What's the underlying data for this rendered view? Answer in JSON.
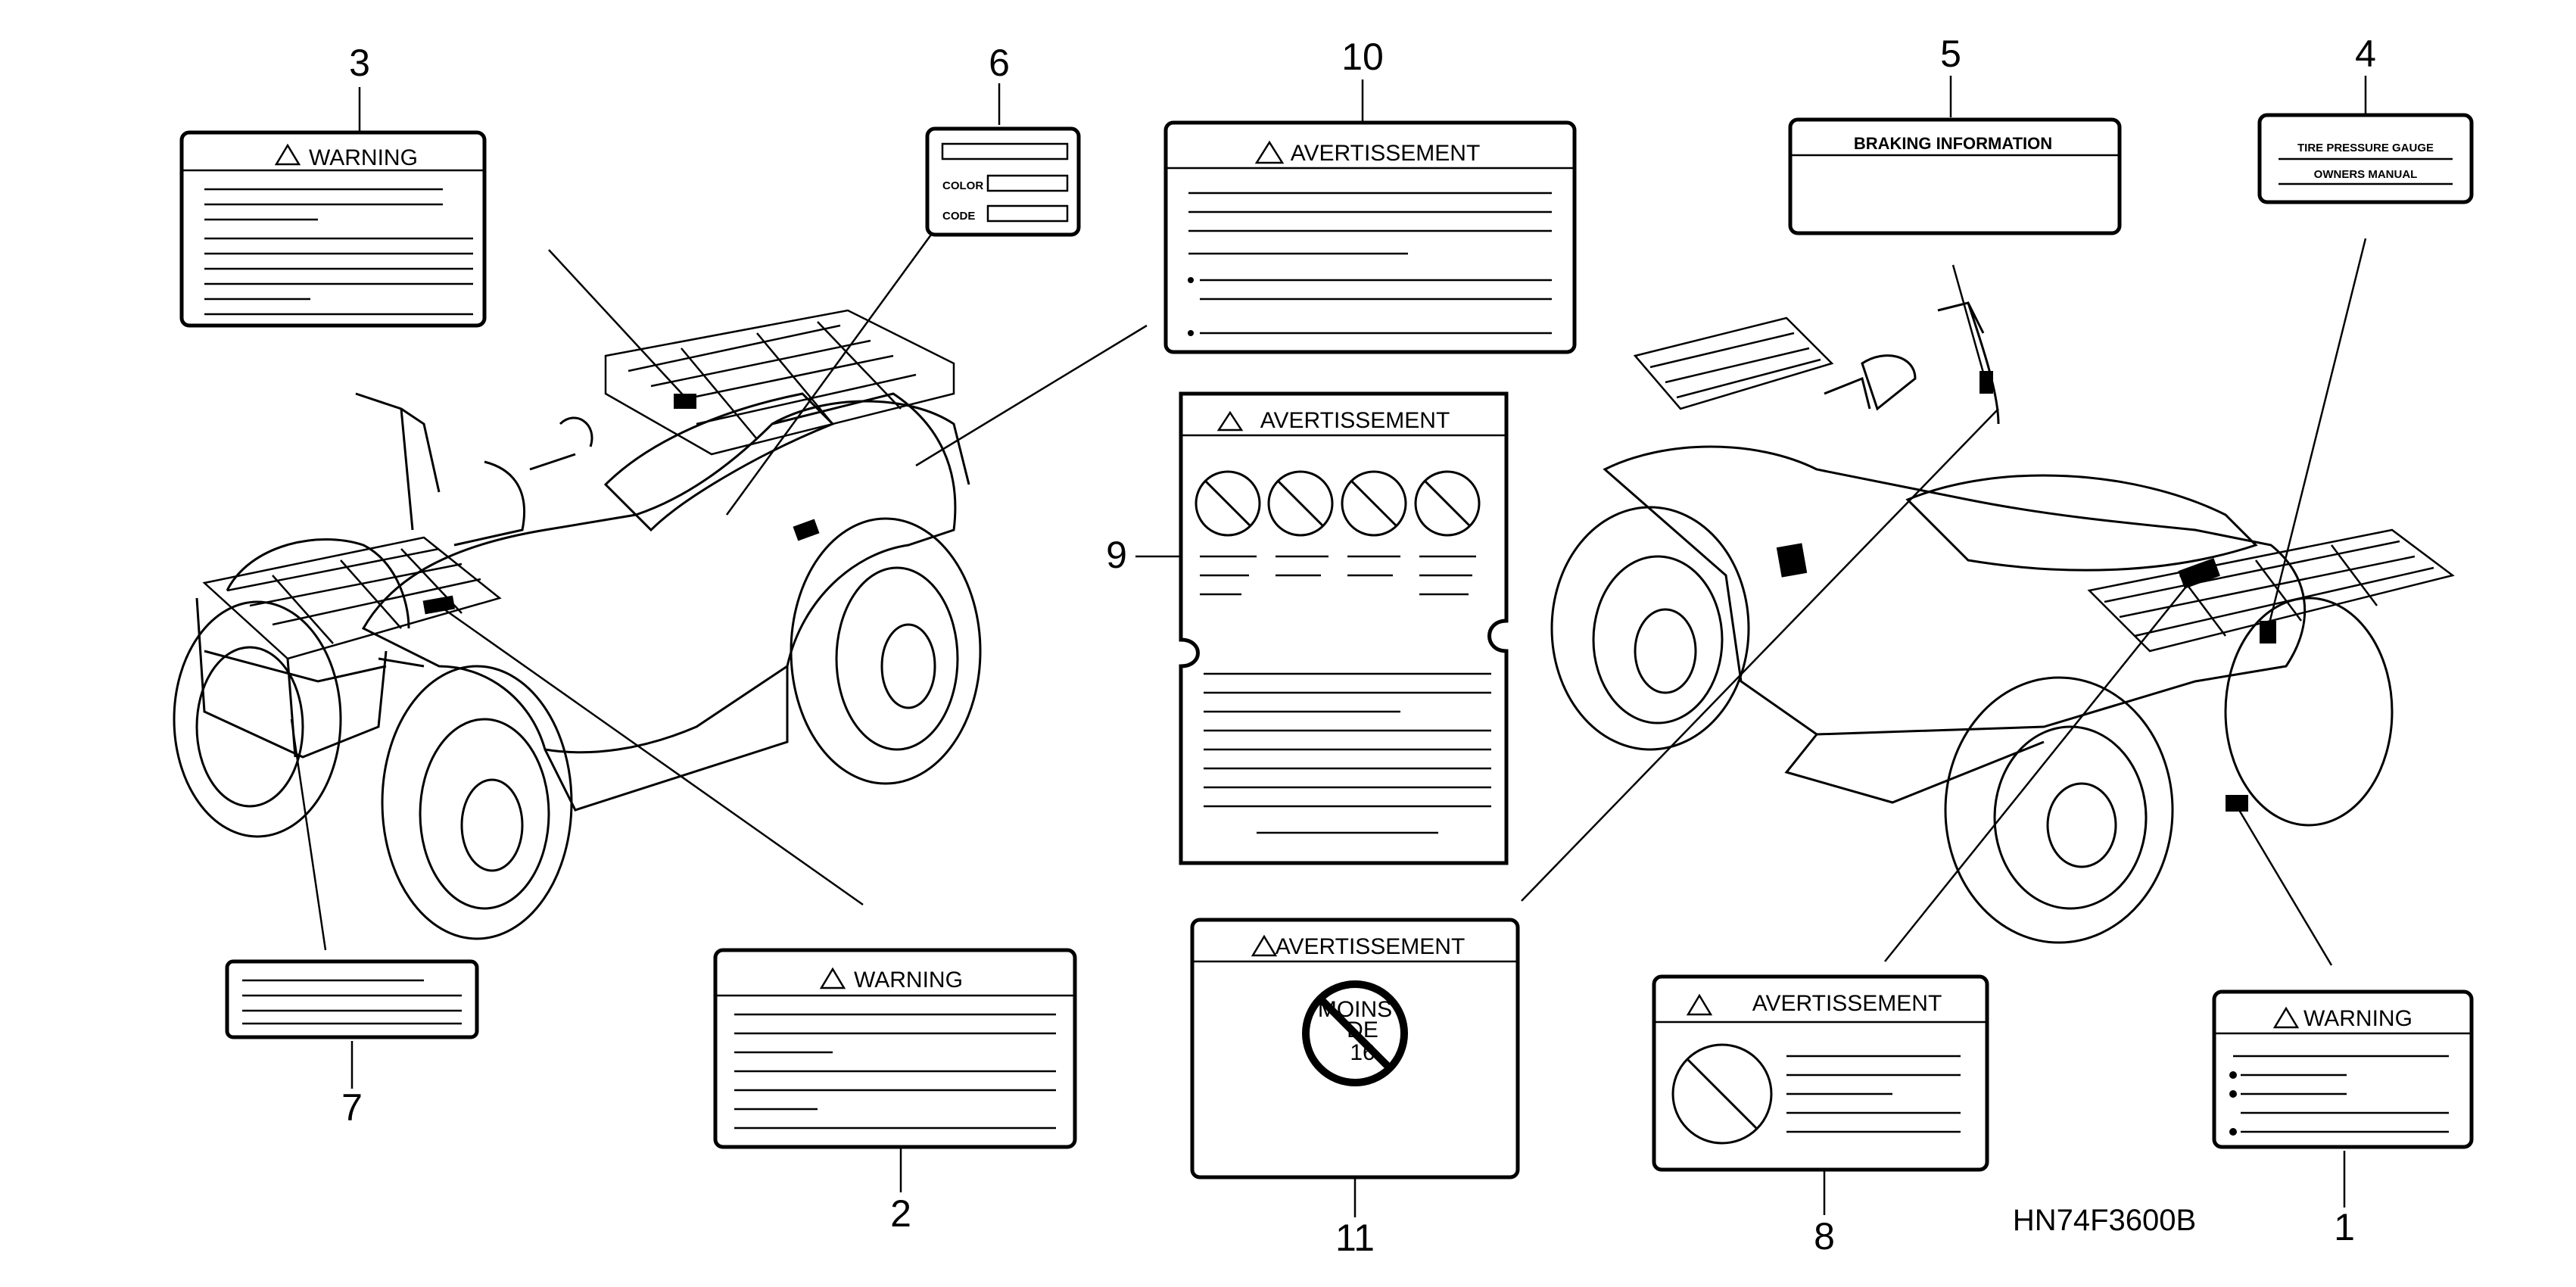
{
  "callouts": [
    "1",
    "2",
    "3",
    "4",
    "5",
    "6",
    "7",
    "8",
    "9",
    "10",
    "11"
  ],
  "labels": {
    "warning": "WARNING",
    "avertissement": "AVERTISSEMENT",
    "braking": "BRAKING INFORMATION",
    "tire_line1": "TIRE PRESSURE GAUGE",
    "tire_line2": "OWNERS MANUAL",
    "color": "COLOR",
    "code": "CODE",
    "age_line1": "MOINS",
    "age_line2": "DE",
    "age_line3": "16"
  },
  "diagram_code": "HN74F3600B"
}
